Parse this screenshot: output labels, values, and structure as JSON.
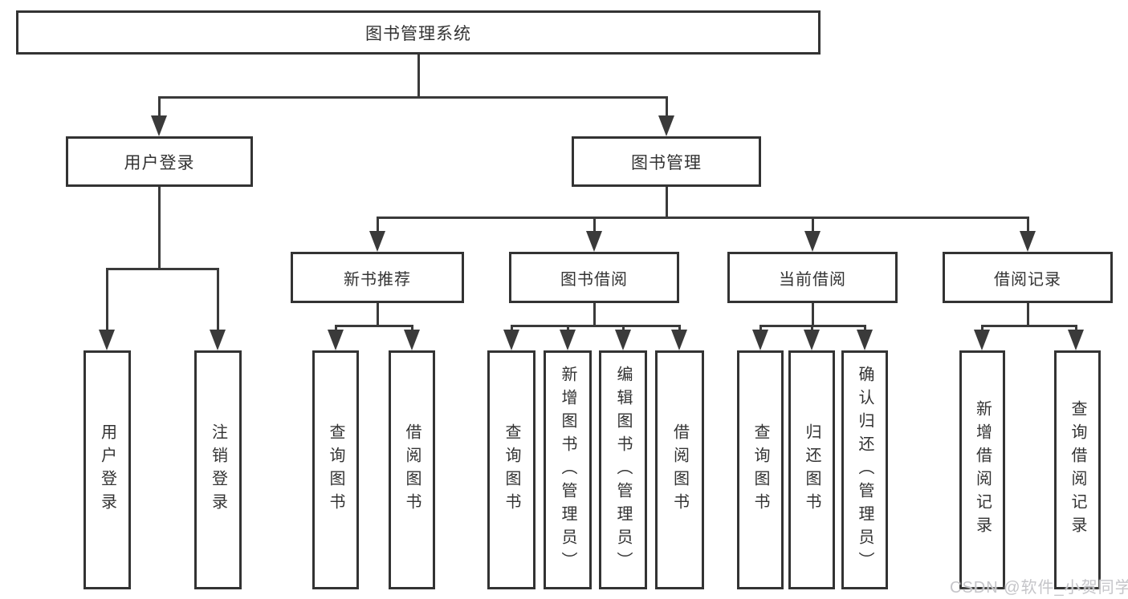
{
  "diagram": {
    "type": "hierarchy-tree",
    "title_node": "图书管理系统",
    "root": {
      "label": "图书管理系统"
    },
    "level2": [
      {
        "label": "用户登录",
        "parent": "图书管理系统"
      },
      {
        "label": "图书管理",
        "parent": "图书管理系统"
      }
    ],
    "level3": [
      {
        "label": "新书推荐",
        "parent": "图书管理"
      },
      {
        "label": "图书借阅",
        "parent": "图书管理"
      },
      {
        "label": "当前借阅",
        "parent": "图书管理"
      },
      {
        "label": "借阅记录",
        "parent": "图书管理"
      }
    ],
    "leaves": [
      {
        "label": "用户登录",
        "parent": "用户登录"
      },
      {
        "label": "注销登录",
        "parent": "用户登录"
      },
      {
        "label": "查询图书",
        "parent": "新书推荐"
      },
      {
        "label": "借阅图书",
        "parent": "新书推荐"
      },
      {
        "label": "查询图书",
        "parent": "图书借阅"
      },
      {
        "label": "新增图书（管理员）",
        "parent": "图书借阅"
      },
      {
        "label": "编辑图书（管理员）",
        "parent": "图书借阅"
      },
      {
        "label": "借阅图书",
        "parent": "图书借阅"
      },
      {
        "label": "查询图书",
        "parent": "当前借阅"
      },
      {
        "label": "归还图书",
        "parent": "当前借阅"
      },
      {
        "label": "确认归还（管理员）",
        "parent": "当前借阅"
      },
      {
        "label": "新增借阅记录",
        "parent": "借阅记录"
      },
      {
        "label": "查询借阅记录",
        "parent": "借阅记录"
      }
    ],
    "line_color": "#3a3a3a",
    "border_color": "#333333",
    "box_background": "#ffffff"
  },
  "watermark": {
    "text": "CSDN @软件_小贺同学",
    "color": "#c5c5c9"
  }
}
